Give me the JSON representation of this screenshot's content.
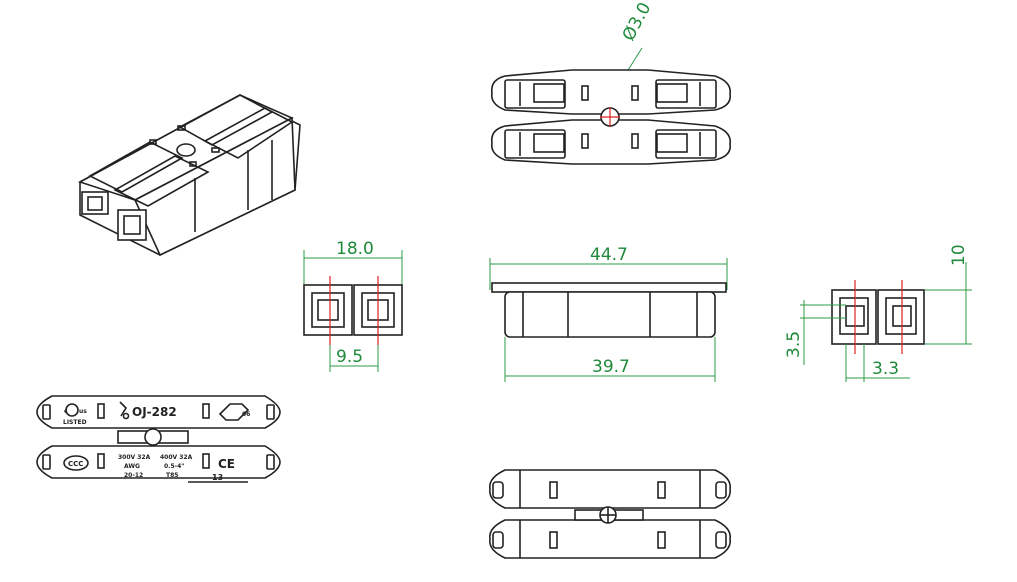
{
  "dimensions": {
    "hole_diameter": "Ø3.0",
    "width_overall": "18.0",
    "pitch": "9.5",
    "length_overall": "44.7",
    "body_length": "39.7",
    "height": "10",
    "side_height": "3.5",
    "side_pitch": "3.3"
  },
  "markings": {
    "listed": "LISTED",
    "model": "OJ-282",
    "rating_1": "300V 32A",
    "rating_2": "400V 32A",
    "awg_label": "AWG",
    "awg_range": "20-12",
    "cross_section": "0.5-4\"",
    "temp": "T85",
    "strip_length": "13",
    "ccc": "CCC",
    "ce": "CE",
    "ul_c": "c",
    "ul_us": "us"
  },
  "colors": {
    "line": "#222222",
    "dimension": "#1f8a3a",
    "centerline": "#dd2222"
  }
}
